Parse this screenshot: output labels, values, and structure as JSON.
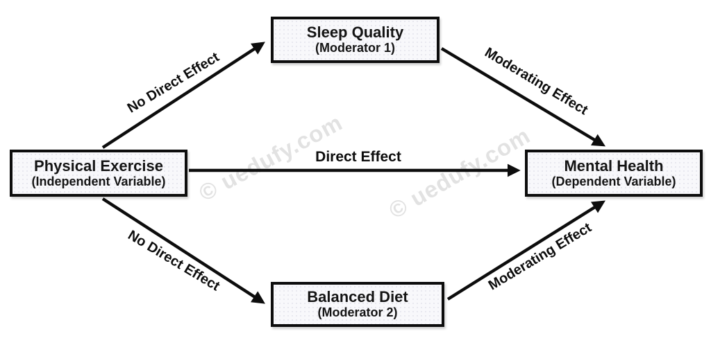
{
  "diagram": {
    "type": "moderation-model-path-diagram",
    "watermark_text": "© uedufy.com",
    "nodes": {
      "independent": {
        "title": "Physical Exercise",
        "subtitle": "(Independent Variable)"
      },
      "moderator1": {
        "title": "Sleep Quality",
        "subtitle": "(Moderator 1)"
      },
      "dependent": {
        "title": "Mental Health",
        "subtitle": "(Dependent Variable)"
      },
      "moderator2": {
        "title": "Balanced Diet",
        "subtitle": "(Moderator 2)"
      }
    },
    "edges": {
      "exercise_to_sleep": {
        "label": "No Direct Effect",
        "from": "independent",
        "to": "moderator1"
      },
      "sleep_to_mental": {
        "label": "Moderating Effect",
        "from": "moderator1",
        "to": "dependent"
      },
      "exercise_to_mental": {
        "label": "Direct Effect",
        "from": "independent",
        "to": "dependent"
      },
      "exercise_to_diet": {
        "label": "No Direct Effect",
        "from": "independent",
        "to": "moderator2"
      },
      "diet_to_mental": {
        "label": "Moderating Effect",
        "from": "moderator2",
        "to": "dependent"
      }
    },
    "colors": {
      "background": "#ffffff",
      "line": "#0d0d0d",
      "box_border": "#0d0d0d",
      "box_fill": "#f8f8fb",
      "text": "#141414",
      "watermark": "#e2e2e2"
    }
  }
}
